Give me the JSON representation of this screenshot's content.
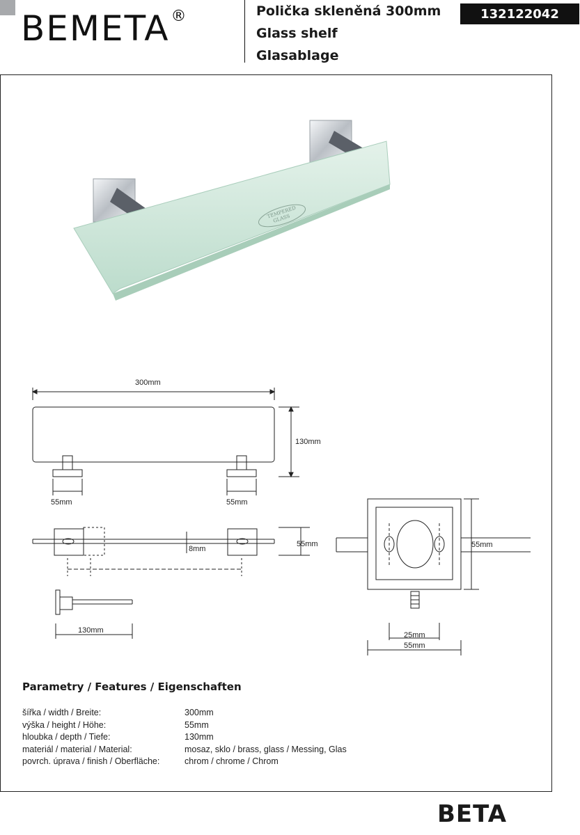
{
  "header": {
    "brand": "BEMETA",
    "brand_mark": "®",
    "title_cs": "Polička skleněná 300mm",
    "title_en": "Glass shelf",
    "title_de": "Glasablage",
    "product_code": "132122042"
  },
  "photo": {
    "engraving_line1": "TEMPERED",
    "engraving_line2": "GLASS",
    "glass_color": "#cfe8dc",
    "chrome_color": "#c9ced3"
  },
  "drawing": {
    "front_width": "300mm",
    "front_height": "130mm",
    "bracket_left": "55mm",
    "bracket_right": "55mm",
    "top_height": "55mm",
    "glass_thickness": "8mm",
    "side_depth": "130mm",
    "mount_height": "55mm",
    "mount_hole_spacing": "25mm",
    "mount_width": "55mm"
  },
  "features": {
    "title": "Parametry / Features / Eigenschaften",
    "rows": [
      {
        "label": "šířka / width / Breite:",
        "value": "300mm"
      },
      {
        "label": "výška / height / Höhe:",
        "value": "55mm"
      },
      {
        "label": "hloubka / depth / Tiefe:",
        "value": "130mm"
      },
      {
        "label": "materiál / material / Material:",
        "value": "mosaz, sklo / brass, glass / Messing, Glas"
      },
      {
        "label": "povrch. úprava / finish / Oberfläche:",
        "value": "chrom / chrome / Chrom"
      }
    ]
  },
  "footer": {
    "series": "BETA"
  }
}
